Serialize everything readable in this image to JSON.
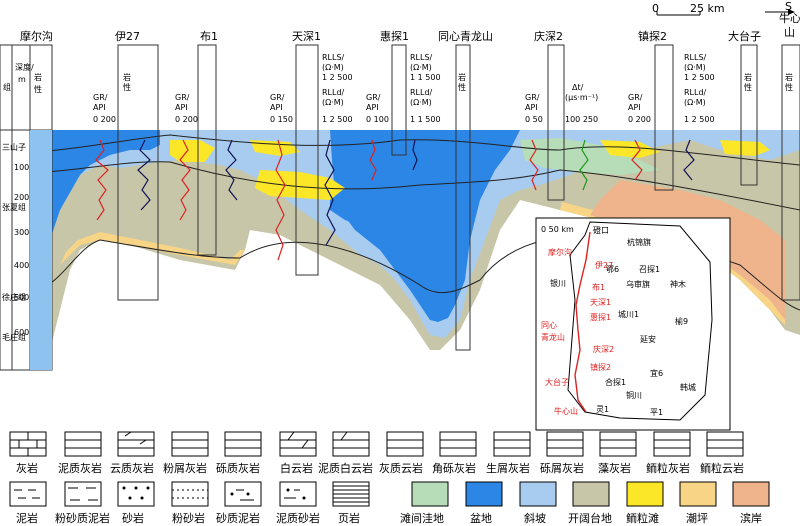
{
  "scale_bar": {
    "zero": "0",
    "value": "25 km",
    "north": "S"
  },
  "wells": [
    {
      "name": "摩尔沟",
      "has_log": false
    },
    {
      "name": "伊27",
      "has_log": true,
      "log": "GR/API",
      "range": "0 200"
    },
    {
      "name": "布1",
      "has_log": true,
      "log": "GR/API",
      "range": "0 200"
    },
    {
      "name": "天深1",
      "has_log": true,
      "log": "GR/API",
      "range": "0 150"
    },
    {
      "name": "惠探1",
      "has_log": true,
      "log": "GR/API",
      "range": "0 100"
    },
    {
      "name": "同心青龙山",
      "has_log": false
    },
    {
      "name": "庆深2",
      "has_log": true,
      "log": "GR/API",
      "range": "0 50"
    },
    {
      "name": "镇探2",
      "has_log": true,
      "log": "GR/API",
      "range": "0 200"
    },
    {
      "name": "大台子",
      "has_log": false
    },
    {
      "name": "牛心山",
      "has_log": false
    }
  ],
  "column_header": {
    "group": "组",
    "depth": "深度/m",
    "lith": "岩性",
    "lith_short": "岩 性"
  },
  "resistivity": {
    "rlls": "R_LLS/(Ω·M)",
    "rlld": "R_LLd/(Ω·M)",
    "range_a": "1 2 500",
    "range_b": "1 1 500"
  },
  "sonic": {
    "label": "Δt/(μs·m⁻¹)",
    "range": "100 250"
  },
  "formations": [
    "三山子组",
    "张夏组",
    "徐庄组",
    "毛庄组"
  ],
  "depth_ticks": [
    "100",
    "200",
    "300",
    "400",
    "500",
    "600"
  ],
  "inset_map": {
    "scale": "0  50 km",
    "towns": [
      "磴口",
      "杭锦旗",
      "伊27",
      "鄂6",
      "召探1",
      "乌审旗",
      "神木",
      "银川",
      "布1",
      "天深1",
      "惠探1",
      "城川1",
      "榆9",
      "同心青龙山",
      "延安",
      "庆深2",
      "镇探2",
      "宜6",
      "大台子",
      "合探1",
      "铜川",
      "韩城",
      "灵1",
      "平1",
      "牛心山"
    ],
    "line_wells": [
      "摩尔沟",
      "伊27",
      "布1",
      "天深1",
      "惠探1",
      "同心青龙山",
      "庆深2",
      "镇探2",
      "大台子",
      "牛心山"
    ]
  },
  "legend": {
    "rock_types": [
      "灰岩",
      "泥质灰岩",
      "云质灰岩",
      "粉屑灰岩",
      "砾质灰岩",
      "白云岩",
      "泥质白云岩",
      "灰质云岩",
      "角砾灰岩",
      "生屑灰岩",
      "砾屑灰岩",
      "藻灰岩",
      "鲕粒灰岩",
      "鲕粒云岩",
      "泥岩",
      "粉砂质泥岩",
      "砂岩",
      "粉砂岩",
      "砂质泥岩",
      "泥质砂岩",
      "页岩"
    ],
    "facies": [
      "滩间洼地",
      "盆地",
      "斜坡",
      "开阔台地",
      "鲕粒滩",
      "潮坪",
      "滨岸"
    ],
    "facies_colors": {
      "滩间洼地": "#b7dcb8",
      "盆地": "#2b86e5",
      "斜坡": "#a8ccef",
      "开阔台地": "#c8c6a8",
      "鲕粒滩": "#fbe727",
      "潮坪": "#f8d486",
      "滨岸": "#efb48c"
    }
  }
}
